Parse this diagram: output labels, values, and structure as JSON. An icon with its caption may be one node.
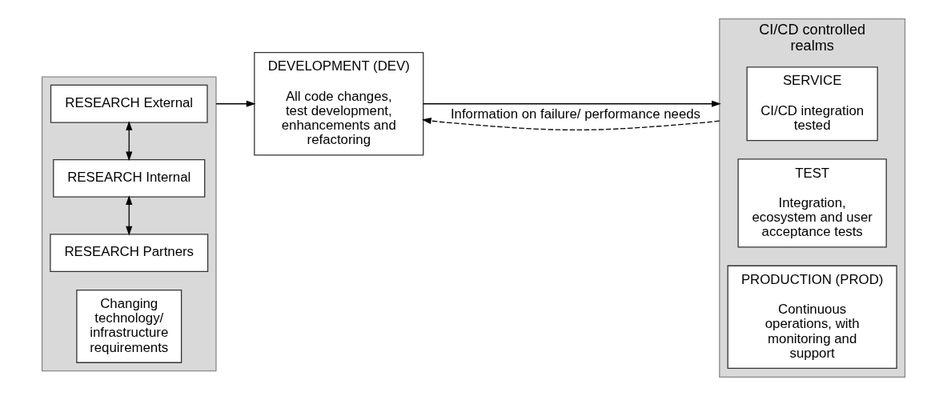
{
  "diagram": {
    "nodes": [
      {
        "text": [],
        "shape": "box"
      },
      {
        "text": [
          "RESEARCH External"
        ],
        "in": 0
      },
      {
        "text": [
          "RESEARCH Internal"
        ],
        "in": 0
      },
      {
        "text": [
          "RESEARCH Partners"
        ],
        "in": 0
      },
      {
        "text": [
          "Changing technology/ infrastructure requirements"
        ],
        "in": 0
      },
      {
        "text": [
          "DEVELOPMENT (DEV)",
          "All code changes, test development, enhancements and refactoring"
        ]
      },
      {
        "text": [
          "CI/CD controlled realms"
        ]
      },
      {
        "text": [
          "SERVICE",
          "CI/CD integration tested"
        ],
        "in": 6
      },
      {
        "text": [
          "TEST",
          "Integration, ecosystem and user acceptance tests"
        ],
        "in": 6
      },
      {
        "text": [
          "PRODUCTION (PROD)",
          "Continuous operations, with monitoring and support"
        ],
        "in": 6
      }
    ],
    "edges": [
      {
        "from": 1,
        "to": 2,
        "arrow": "both"
      },
      {
        "from": 2,
        "to": 3,
        "arrow": "both"
      },
      {
        "from": 0,
        "to": 5,
        "arrow": "to"
      },
      {
        "from": 5,
        "to": 6,
        "arrow": "to"
      },
      {
        "from": 6,
        "to": 5,
        "arrow": "to",
        "style": "dashed",
        "label": "Information on failure/ performance needs"
      }
    ]
  }
}
